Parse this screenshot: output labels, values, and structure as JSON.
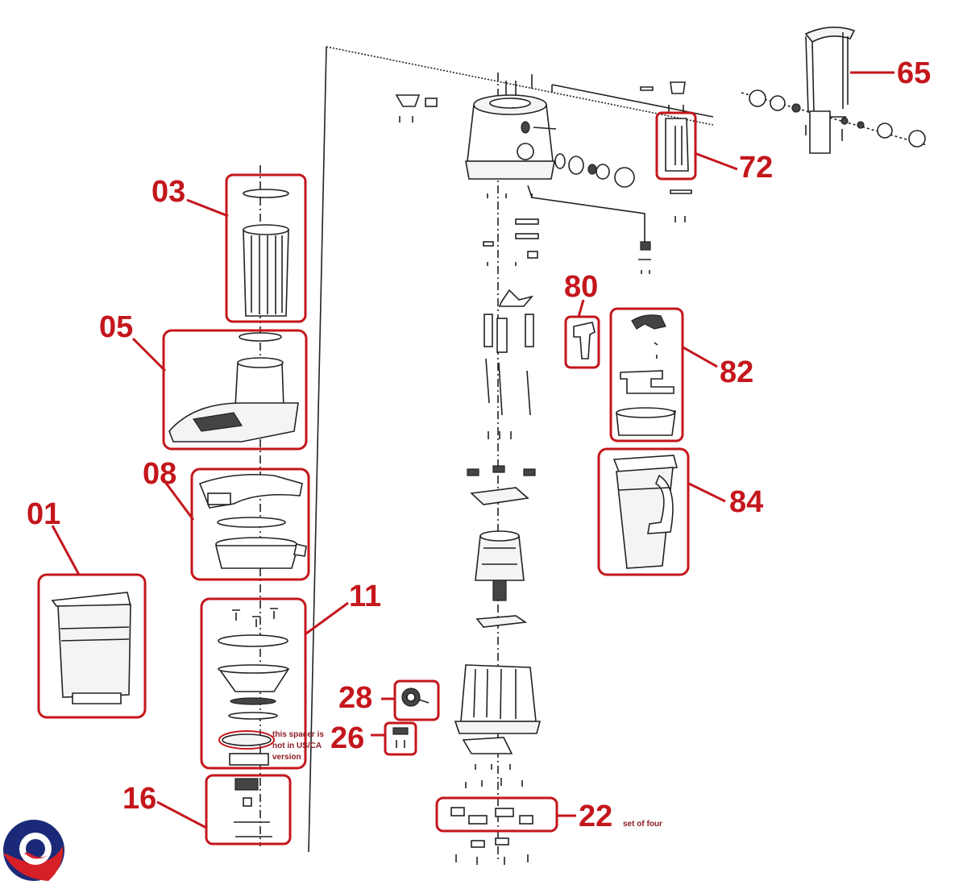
{
  "colors": {
    "callout": "#c4161c",
    "ink": "#222222",
    "note": "#8b1c24"
  },
  "logo": {
    "icon": "company-logo"
  },
  "callouts": [
    {
      "id": "01",
      "label": "01"
    },
    {
      "id": "03",
      "label": "03"
    },
    {
      "id": "05",
      "label": "05"
    },
    {
      "id": "08",
      "label": "08"
    },
    {
      "id": "11",
      "label": "11"
    },
    {
      "id": "16",
      "label": "16"
    },
    {
      "id": "22",
      "label": "22"
    },
    {
      "id": "26",
      "label": "26"
    },
    {
      "id": "28",
      "label": "28"
    },
    {
      "id": "65",
      "label": "65"
    },
    {
      "id": "72",
      "label": "72"
    },
    {
      "id": "80",
      "label": "80"
    },
    {
      "id": "82",
      "label": "82"
    },
    {
      "id": "84",
      "label": "84"
    }
  ],
  "notes": {
    "spacer": [
      "this spacer is",
      "not in US/CA",
      "version"
    ],
    "set_of_four": "set of four"
  }
}
